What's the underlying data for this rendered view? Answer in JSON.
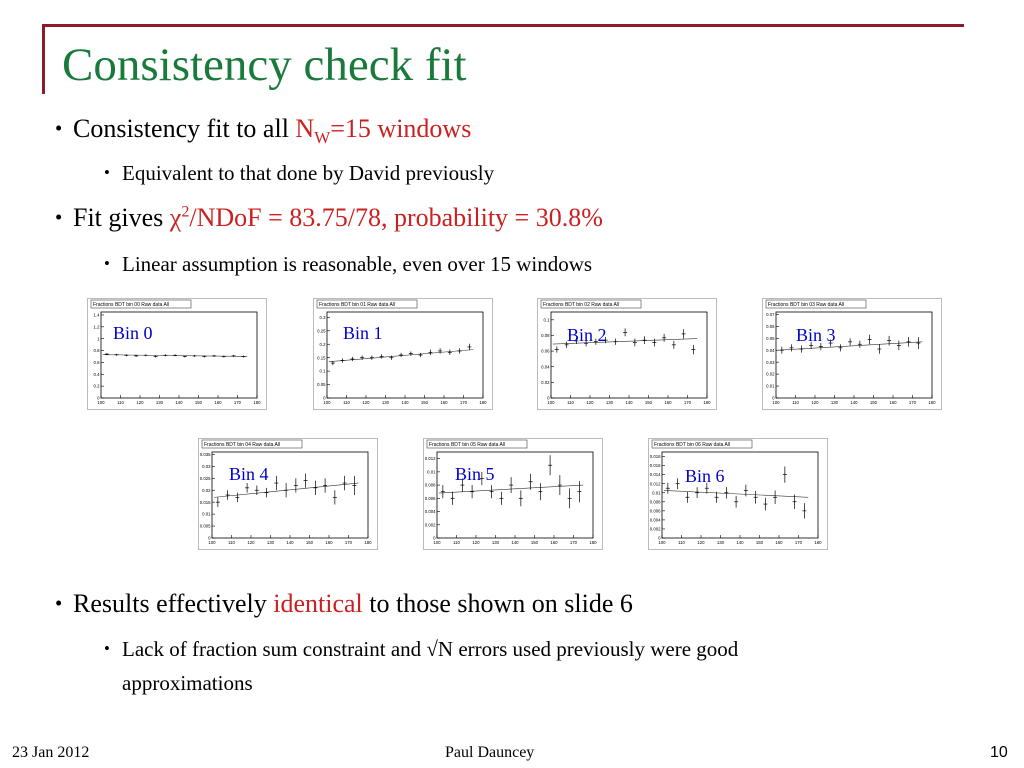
{
  "slide": {
    "title": "Consistency check fit",
    "bullets": {
      "b1_text": "Consistency fit to all ",
      "b1_n": "N",
      "b1_sub": "W",
      "b1_red": "=15 windows",
      "b1_sub1": "Equivalent to that done by David previously",
      "b2_text": "Fit gives ",
      "b2_chi": "χ",
      "b2_sup": "2",
      "b2_red": "/NDoF = 83.75/78, probability = 30.8%",
      "b2_sub1": "Linear assumption is reasonable, even over 15 windows",
      "b3_text": "Results effectively ",
      "b3_red": "identical",
      "b3_rest": " to those shown on slide 6",
      "b3_sub1_line1": "Lack of fraction sum constraint and √N errors used previously were good",
      "b3_sub1_line2": "approximations"
    },
    "footer": {
      "date": "23 Jan 2012",
      "author": "Paul Dauncey",
      "page": "10"
    },
    "colors": {
      "title": "#1a7a3c",
      "highlight": "#cc1f1f",
      "frame": "#8b1a2b",
      "bin_label": "#0000cc"
    }
  },
  "chart_data": [
    {
      "type": "scatter",
      "title": "Fractions BDT bin 00 Raw data All",
      "label": "Bin 0",
      "x_ticks": [
        "100",
        "110",
        "120",
        "130",
        "140",
        "150",
        "160",
        "170",
        "180"
      ],
      "y_ticks": [
        "0",
        "0.2",
        "0.4",
        "0.6",
        "0.8",
        "1",
        "1.2",
        "1.4"
      ],
      "ylim": [
        0,
        1.45
      ],
      "x": [
        103,
        108,
        113,
        118,
        123,
        128,
        133,
        138,
        143,
        148,
        153,
        158,
        163,
        168,
        173
      ],
      "y": [
        0.74,
        0.73,
        0.72,
        0.71,
        0.72,
        0.7,
        0.72,
        0.72,
        0.7,
        0.71,
        0.7,
        0.71,
        0.7,
        0.71,
        0.7
      ],
      "err": [
        0.01,
        0.01,
        0.01,
        0.01,
        0.01,
        0.01,
        0.01,
        0.01,
        0.01,
        0.01,
        0.01,
        0.01,
        0.01,
        0.01,
        0.01
      ],
      "fit": [
        0.73,
        0.7
      ]
    },
    {
      "type": "scatter",
      "title": "Fractions BDT bin 01 Raw data All",
      "label": "Bin 1",
      "x_ticks": [
        "100",
        "110",
        "120",
        "130",
        "140",
        "150",
        "160",
        "170",
        "180"
      ],
      "y_ticks": [
        "0",
        "0.05",
        "0.1",
        "0.15",
        "0.2",
        "0.25",
        "0.3"
      ],
      "ylim": [
        0,
        0.32
      ],
      "x": [
        103,
        108,
        113,
        118,
        123,
        128,
        133,
        138,
        143,
        148,
        153,
        158,
        163,
        168,
        173
      ],
      "y": [
        0.13,
        0.14,
        0.145,
        0.15,
        0.15,
        0.155,
        0.15,
        0.16,
        0.165,
        0.16,
        0.17,
        0.175,
        0.17,
        0.175,
        0.19
      ],
      "err": [
        0.008,
        0.008,
        0.008,
        0.008,
        0.008,
        0.008,
        0.008,
        0.008,
        0.008,
        0.008,
        0.01,
        0.01,
        0.01,
        0.01,
        0.012
      ],
      "fit": [
        0.135,
        0.18
      ]
    },
    {
      "type": "scatter",
      "title": "Fractions BDT bin 02 Raw data All",
      "label": "Bin 2",
      "x_ticks": [
        "100",
        "110",
        "120",
        "130",
        "140",
        "150",
        "160",
        "170",
        "180"
      ],
      "y_ticks": [
        "0",
        "0.02",
        "0.04",
        "0.06",
        "0.08",
        "0.1"
      ],
      "ylim": [
        0,
        0.11
      ],
      "x": [
        103,
        108,
        113,
        118,
        123,
        128,
        133,
        138,
        143,
        148,
        153,
        158,
        163,
        168,
        173
      ],
      "y": [
        0.062,
        0.068,
        0.073,
        0.07,
        0.072,
        0.074,
        0.072,
        0.084,
        0.071,
        0.074,
        0.071,
        0.077,
        0.068,
        0.082,
        0.062
      ],
      "err": [
        0.004,
        0.004,
        0.004,
        0.004,
        0.004,
        0.004,
        0.004,
        0.005,
        0.005,
        0.005,
        0.005,
        0.005,
        0.005,
        0.006,
        0.006
      ],
      "fit": [
        0.069,
        0.076
      ]
    },
    {
      "type": "scatter",
      "title": "Fractions BDT bin 03 Raw data All",
      "label": "Bin 3",
      "x_ticks": [
        "100",
        "110",
        "120",
        "130",
        "140",
        "150",
        "160",
        "170",
        "180"
      ],
      "y_ticks": [
        "0",
        "0.01",
        "0.02",
        "0.03",
        "0.04",
        "0.05",
        "0.06",
        "0.07"
      ],
      "ylim": [
        0,
        0.072
      ],
      "x": [
        103,
        108,
        113,
        118,
        123,
        128,
        133,
        138,
        143,
        148,
        153,
        158,
        163,
        168,
        173
      ],
      "y": [
        0.04,
        0.042,
        0.041,
        0.044,
        0.043,
        0.046,
        0.042,
        0.047,
        0.045,
        0.049,
        0.041,
        0.048,
        0.044,
        0.047,
        0.046
      ],
      "err": [
        0.003,
        0.003,
        0.003,
        0.003,
        0.003,
        0.003,
        0.003,
        0.003,
        0.003,
        0.004,
        0.004,
        0.004,
        0.004,
        0.004,
        0.005
      ],
      "fit": [
        0.04,
        0.047
      ]
    },
    {
      "type": "scatter",
      "title": "Fractions BDT bin 04 Raw data All",
      "label": "Bin 4",
      "x_ticks": [
        "100",
        "110",
        "120",
        "130",
        "140",
        "150",
        "160",
        "170",
        "180"
      ],
      "y_ticks": [
        "0",
        "0.005",
        "0.01",
        "0.015",
        "0.02",
        "0.025",
        "0.03",
        "0.035"
      ],
      "ylim": [
        0,
        0.036
      ],
      "x": [
        103,
        108,
        113,
        118,
        123,
        128,
        133,
        138,
        143,
        148,
        153,
        158,
        163,
        168,
        173
      ],
      "y": [
        0.015,
        0.018,
        0.017,
        0.021,
        0.02,
        0.019,
        0.023,
        0.02,
        0.022,
        0.024,
        0.021,
        0.022,
        0.017,
        0.023,
        0.022
      ],
      "err": [
        0.002,
        0.002,
        0.002,
        0.002,
        0.002,
        0.002,
        0.003,
        0.003,
        0.003,
        0.003,
        0.003,
        0.003,
        0.003,
        0.003,
        0.004
      ],
      "fit": [
        0.017,
        0.023
      ]
    },
    {
      "type": "scatter",
      "title": "Fractions BDT bin 05 Raw data All",
      "label": "Bin 5",
      "x_ticks": [
        "100",
        "110",
        "120",
        "130",
        "140",
        "150",
        "160",
        "170",
        "180"
      ],
      "y_ticks": [
        "0",
        "0.002",
        "0.004",
        "0.006",
        "0.008",
        "0.01",
        "0.012"
      ],
      "ylim": [
        0,
        0.013
      ],
      "x": [
        103,
        108,
        113,
        118,
        123,
        128,
        133,
        138,
        143,
        148,
        153,
        158,
        163,
        168,
        173
      ],
      "y": [
        0.007,
        0.006,
        0.008,
        0.007,
        0.009,
        0.007,
        0.006,
        0.008,
        0.006,
        0.0085,
        0.007,
        0.011,
        0.008,
        0.006,
        0.007
      ],
      "err": [
        0.001,
        0.001,
        0.001,
        0.001,
        0.001,
        0.001,
        0.001,
        0.0012,
        0.0012,
        0.0012,
        0.0013,
        0.0015,
        0.0015,
        0.0015,
        0.0016
      ],
      "fit": [
        0.0068,
        0.008
      ]
    },
    {
      "type": "scatter",
      "title": "Fractions BDT bin 06 Raw data All",
      "label": "Bin 6",
      "x_ticks": [
        "100",
        "110",
        "120",
        "130",
        "140",
        "150",
        "160",
        "170",
        "180"
      ],
      "y_ticks": [
        "0",
        "0.002",
        "0.004",
        "0.006",
        "0.008",
        "0.01",
        "0.012",
        "0.014",
        "0.016",
        "0.018"
      ],
      "ylim": [
        0,
        0.019
      ],
      "x": [
        103,
        108,
        113,
        118,
        123,
        128,
        133,
        138,
        143,
        148,
        153,
        158,
        163,
        168,
        173
      ],
      "y": [
        0.011,
        0.012,
        0.009,
        0.01,
        0.011,
        0.009,
        0.01,
        0.008,
        0.0105,
        0.009,
        0.0075,
        0.009,
        0.014,
        0.008,
        0.006
      ],
      "err": [
        0.0012,
        0.0012,
        0.0012,
        0.0012,
        0.0012,
        0.0012,
        0.0013,
        0.0013,
        0.0013,
        0.0014,
        0.0014,
        0.0015,
        0.0018,
        0.0016,
        0.0017
      ],
      "fit": [
        0.0105,
        0.009
      ]
    }
  ]
}
